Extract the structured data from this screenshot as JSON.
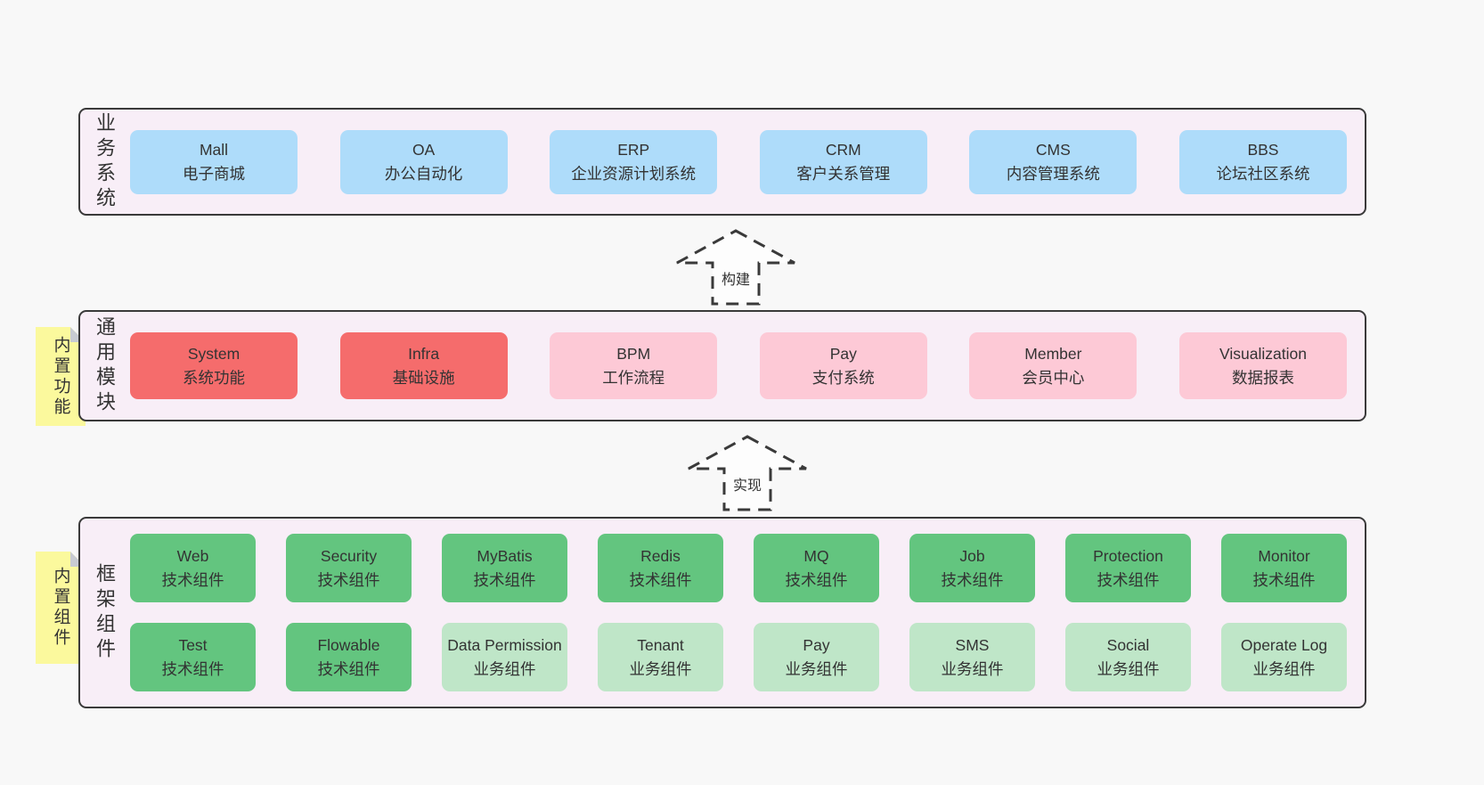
{
  "diagram_title": "ruoyi-vue-pro architecture layers",
  "colors": {
    "canvas_bg": "#f8f8f8",
    "layer_bg": "#f8eef7",
    "layer_border": "#3a3a3a",
    "blue": "#aedcfa",
    "red": "#f56c6c",
    "pink": "#fdc9d6",
    "green": "#63c57f",
    "green_light": "#bfe6c8",
    "sticky_yellow": "#fbf99d",
    "sticky_fold": "#c8cbd2",
    "text": "#333333"
  },
  "arrows": [
    {
      "label": "构建"
    },
    {
      "label": "实现"
    }
  ],
  "layers": [
    {
      "name": "business-systems",
      "side_label": "业务系统",
      "sticky_note": null,
      "rows": [
        [
          {
            "title": "Mall",
            "subtitle": "电子商城",
            "variant": "blue"
          },
          {
            "title": "OA",
            "subtitle": "办公自动化",
            "variant": "blue"
          },
          {
            "title": "ERP",
            "subtitle": "企业资源计划系统",
            "variant": "blue"
          },
          {
            "title": "CRM",
            "subtitle": "客户关系管理",
            "variant": "blue"
          },
          {
            "title": "CMS",
            "subtitle": "内容管理系统",
            "variant": "blue"
          },
          {
            "title": "BBS",
            "subtitle": "论坛社区系统",
            "variant": "blue"
          }
        ]
      ]
    },
    {
      "name": "common-modules",
      "side_label": "通用模块",
      "sticky_note": "内置功能",
      "rows": [
        [
          {
            "title": "System",
            "subtitle": "系统功能",
            "variant": "red"
          },
          {
            "title": "Infra",
            "subtitle": "基础设施",
            "variant": "red"
          },
          {
            "title": "BPM",
            "subtitle": "工作流程",
            "variant": "pink"
          },
          {
            "title": "Pay",
            "subtitle": "支付系统",
            "variant": "pink"
          },
          {
            "title": "Member",
            "subtitle": "会员中心",
            "variant": "pink"
          },
          {
            "title": "Visualization",
            "subtitle": "数据报表",
            "variant": "pink"
          }
        ]
      ]
    },
    {
      "name": "framework-components",
      "side_label": "框架组件",
      "sticky_note": "内置组件",
      "rows": [
        [
          {
            "title": "Web",
            "subtitle": "技术组件",
            "variant": "green"
          },
          {
            "title": "Security",
            "subtitle": "技术组件",
            "variant": "green"
          },
          {
            "title": "MyBatis",
            "subtitle": "技术组件",
            "variant": "green"
          },
          {
            "title": "Redis",
            "subtitle": "技术组件",
            "variant": "green"
          },
          {
            "title": "MQ",
            "subtitle": "技术组件",
            "variant": "green"
          },
          {
            "title": "Job",
            "subtitle": "技术组件",
            "variant": "green"
          },
          {
            "title": "Protection",
            "subtitle": "技术组件",
            "variant": "green"
          },
          {
            "title": "Monitor",
            "subtitle": "技术组件",
            "variant": "green"
          }
        ],
        [
          {
            "title": "Test",
            "subtitle": "技术组件",
            "variant": "green"
          },
          {
            "title": "Flowable",
            "subtitle": "技术组件",
            "variant": "green"
          },
          {
            "title": "Data Permission",
            "subtitle": "业务组件",
            "variant": "green-light"
          },
          {
            "title": "Tenant",
            "subtitle": "业务组件",
            "variant": "green-light"
          },
          {
            "title": "Pay",
            "subtitle": "业务组件",
            "variant": "green-light"
          },
          {
            "title": "SMS",
            "subtitle": "业务组件",
            "variant": "green-light"
          },
          {
            "title": "Social",
            "subtitle": "业务组件",
            "variant": "green-light"
          },
          {
            "title": "Operate Log",
            "subtitle": "业务组件",
            "variant": "green-light"
          }
        ]
      ]
    }
  ]
}
